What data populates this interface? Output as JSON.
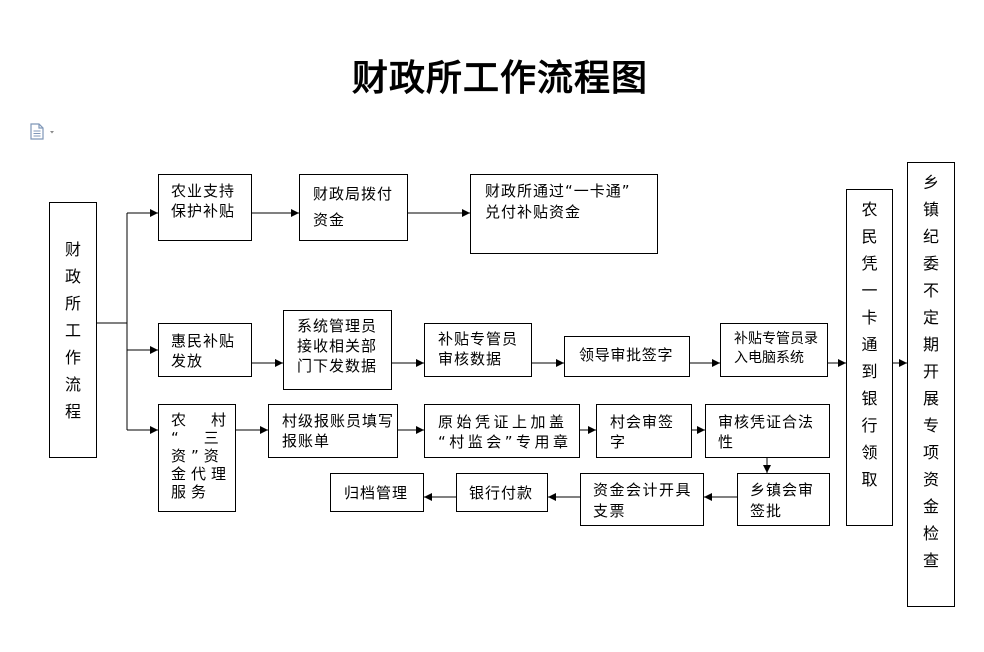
{
  "title": "财政所工作流程图",
  "icons": {
    "document": "document-icon",
    "dropdown": "chevron-down-icon"
  },
  "colors": {
    "line": "#000000",
    "icon": "#7f97b8"
  },
  "nodes": {
    "finance_office": "财政所工作流程",
    "agri_subsidy": [
      "农业支持",
      "保护补贴"
    ],
    "bureau_funds": [
      "财政局拨付",
      "资金"
    ],
    "card_payout": [
      "财政所通过“一卡通”",
      "兑付补贴资金"
    ],
    "huimin": [
      "惠民补贴",
      "发放"
    ],
    "sys_admin": [
      "系统管理员",
      "接收相关部",
      "门下发数据"
    ],
    "subsidy_audit": [
      "补贴专管员",
      "审核数据"
    ],
    "leader_sign": [
      "领导审批签字"
    ],
    "system_entry": [
      "补贴专管员录",
      "入电脑系统"
    ],
    "sanzi": [
      "农　村",
      "“　三",
      "资”资",
      "金代理",
      "服务"
    ],
    "village_account": [
      "村级报账员填写",
      "报账单"
    ],
    "stamp": [
      "原始凭证上加盖",
      "“村监会”专用章"
    ],
    "village_council": [
      "村会审签",
      "字"
    ],
    "verify_voucher": [
      "审核凭证合法",
      "性"
    ],
    "township_approval": [
      "乡镇会审",
      "签批"
    ],
    "cheque": [
      "资金会计开具",
      "支票"
    ],
    "bank_payment": [
      "银行付款"
    ],
    "archive": [
      "归档管理"
    ],
    "farmer_card": "农民凭一卡通到银行领取",
    "discipline_check": "乡镇纪委不定期开展专项资金检查"
  }
}
